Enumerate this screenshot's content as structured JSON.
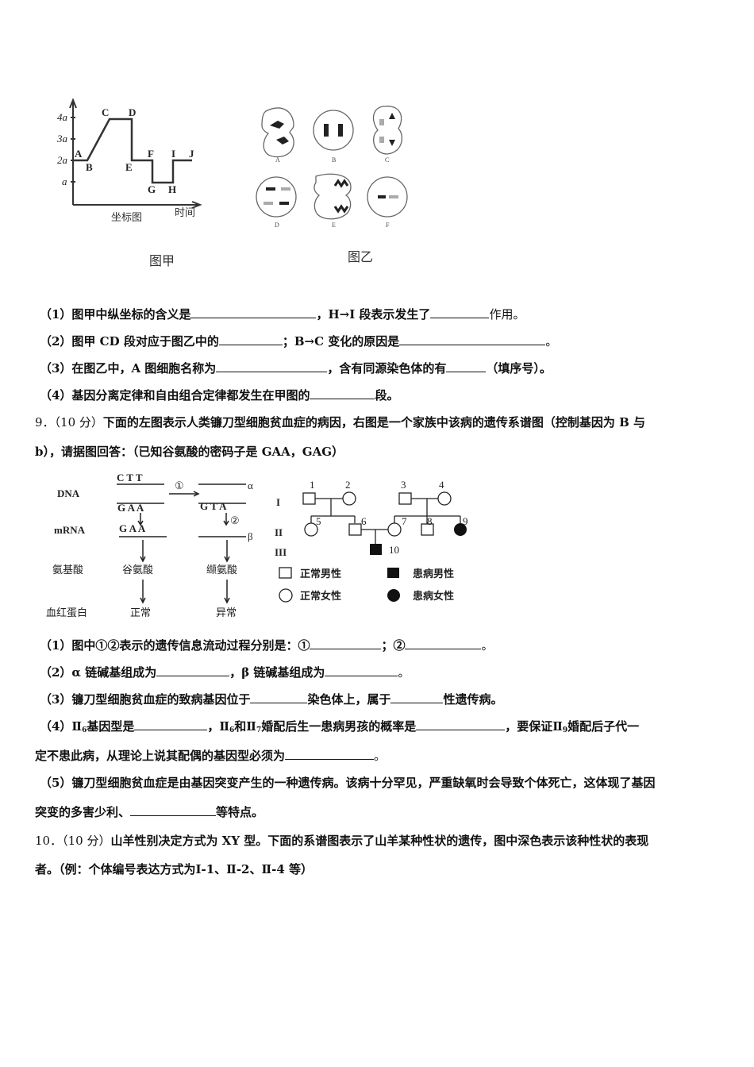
{
  "figure_jia": {
    "caption": "图甲",
    "x_axis_label": "坐标图",
    "x_axis_unit": "时间",
    "y_ticks": [
      "4a",
      "3a",
      "2a",
      "a"
    ],
    "points": [
      "A",
      "B",
      "C",
      "D",
      "E",
      "F",
      "G",
      "H",
      "I",
      "J"
    ]
  },
  "figure_yi": {
    "caption": "图乙",
    "cells": [
      "A",
      "B",
      "C",
      "D",
      "E",
      "F"
    ]
  },
  "chart_data": {
    "type": "line",
    "title": "坐标图",
    "xlabel": "时间",
    "ylabel": "",
    "y_ticks": [
      "a",
      "2a",
      "3a",
      "4a"
    ],
    "points": [
      {
        "label": "A",
        "y": "2a"
      },
      {
        "label": "B",
        "y": "2a"
      },
      {
        "label": "C",
        "y": "4a"
      },
      {
        "label": "D",
        "y": "4a"
      },
      {
        "label": "E",
        "y": "2a"
      },
      {
        "label": "F",
        "y": "2a"
      },
      {
        "label": "G",
        "y": "a"
      },
      {
        "label": "H",
        "y": "a"
      },
      {
        "label": "I",
        "y": "2a"
      },
      {
        "label": "J",
        "y": "2a"
      }
    ]
  },
  "q8": {
    "sub1": {
      "prefix": "（1）图甲中纵坐标的含义是",
      "mid": "，H→I 段表示发生了",
      "suffix": "作用。"
    },
    "sub2": {
      "prefix": "（2）图甲 CD 段对应于图乙中的",
      "mid": "；B→C 变化的原因是",
      "suffix": "。"
    },
    "sub3": {
      "prefix": "（3）在图乙中，A 图细胞名称为",
      "mid": "，含有同源染色体的有",
      "suffix": "（填序号）。"
    },
    "sub4": {
      "prefix": "（4）基因分离定律和自由组合定律都发生在甲图的",
      "suffix": "段。"
    }
  },
  "q9": {
    "number": "9．",
    "score": "（10 分）",
    "stem_line1": "下面的左图表示人类镰刀型细胞贫血症的病因，右图是一个家族中该病的遗传系谱图（控制基因为 B 与",
    "stem_line2": "b），请据图回答：（已知谷氨酸的密码子是  GAA，GAG）",
    "diagram": {
      "row_labels": [
        "DNA",
        "mRNA",
        "氨基酸",
        "血红蛋白"
      ],
      "dna_top": "C  T  T",
      "dna_bottom": "G  A  A",
      "mrna": "G  A  A",
      "mutant_dna_bottom": "G  T  A",
      "step1": "①",
      "step2": "②",
      "alpha": "α",
      "beta": "β",
      "amino_normal": "谷氨酸",
      "amino_mutant": "缬氨酸",
      "protein_normal": "正常",
      "protein_mutant": "异常"
    },
    "pedigree": {
      "generations": [
        "I",
        "II",
        "III"
      ],
      "individuals": [
        "1",
        "2",
        "3",
        "4",
        "5",
        "6",
        "7",
        "8",
        "9",
        "10"
      ],
      "legend": {
        "normal_male": "正常男性",
        "affected_male": "患病男性",
        "normal_female": "正常女性",
        "affected_female": "患病女性"
      }
    },
    "sub1": {
      "prefix": "（1）图中①②表示的遗传信息流动过程分别是：①",
      "mid": "；②",
      "suffix": "。"
    },
    "sub2": {
      "prefix": "（2）α 链碱基组成为",
      "mid": "，β 链碱基组成为",
      "suffix": "。"
    },
    "sub3": {
      "prefix": "（3）镰刀型细胞贫血症的致病基因位于",
      "mid": "染色体上，属于",
      "suffix": "性遗传病。"
    },
    "sub4": {
      "p1": "（4）Ⅱ",
      "s1": "6",
      "p2": "基因型是",
      "p3": "，Ⅱ",
      "s2": "6",
      "p4": "和Ⅱ",
      "s3": "7",
      "p5": "婚配后生一患病男孩的概率是",
      "p6": "，要保证Ⅱ",
      "s4": "9",
      "p7": "婚配后子代一",
      "line2_prefix": "定不患此病，从理论上说其配偶的基因型必须为",
      "line2_suffix": "。"
    },
    "sub5": {
      "line1": "（5）镰刀型细胞贫血症是由基因突变产生的一种遗传病。该病十分罕见，严重缺氧时会导致个体死亡，这体现了基因",
      "line2_prefix": "突变的多害少利、",
      "line2_suffix": "等特点。"
    }
  },
  "q10": {
    "number": "10．",
    "score": "（10 分）",
    "stem_line1": "山羊性别决定方式为 XY 型。下面的系谱图表示了山羊某种性状的遗传，图中深色表示该种性状的表现",
    "stem_line2": "者。（例：个体编号表达方式为Ⅰ-1、Ⅱ-2、Ⅱ-4 等）"
  }
}
